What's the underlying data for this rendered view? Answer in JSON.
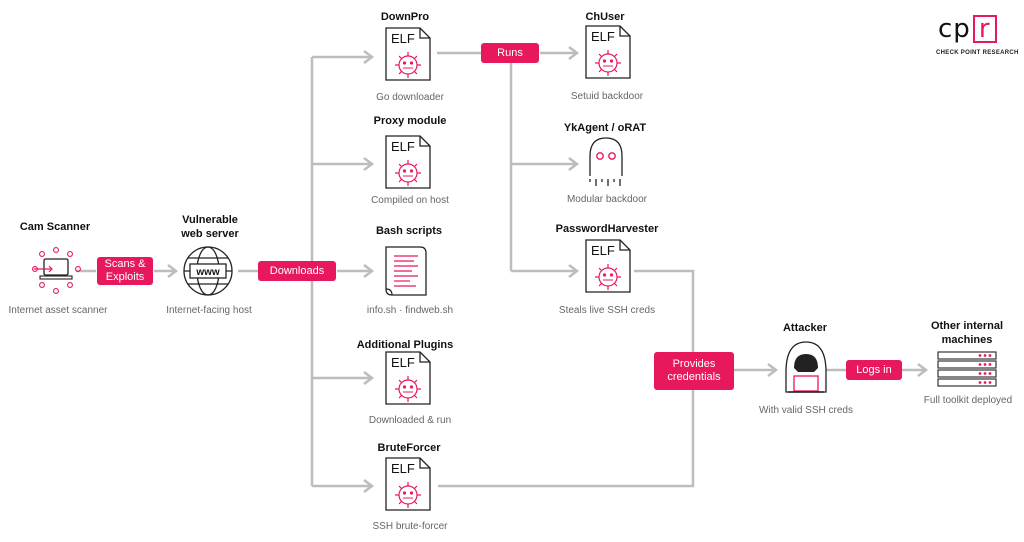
{
  "colors": {
    "accent": "#e8185d",
    "connector": "#bdbdbd",
    "icon": "#222222"
  },
  "logo": {
    "left": "cp",
    "mid": "r",
    "sub": "CHECK POINT RESEARCH"
  },
  "nodes": {
    "cam_scanner": {
      "title": "Cam Scanner",
      "caption": "Internet asset scanner",
      "icon": "laptop-scanner-icon"
    },
    "web_server": {
      "title": "Vulnerable web server",
      "caption": "Internet-facing host",
      "icon": "globe-www-icon",
      "icon_text": "www"
    },
    "downpro": {
      "title": "DownPro",
      "caption": "Go downloader",
      "icon": "elf-file-icon"
    },
    "proxy": {
      "title": "Proxy module",
      "caption": "Compiled on host",
      "icon": "elf-file-icon"
    },
    "bash": {
      "title": "Bash scripts",
      "caption": "info.sh · findweb.sh",
      "icon": "script-scroll-icon"
    },
    "plugins": {
      "title": "Additional Plugins",
      "caption": "Downloaded & run",
      "icon": "elf-file-icon"
    },
    "bruteforcer": {
      "title": "BruteForcer",
      "caption": "SSH brute-forcer",
      "icon": "elf-file-icon"
    },
    "chuser": {
      "title": "ChUser",
      "caption": "Setuid backdoor",
      "icon": "elf-file-icon"
    },
    "ykagent": {
      "title": "YkAgent / oRAT",
      "caption": "Modular backdoor",
      "icon": "ghost-icon"
    },
    "pwharvester": {
      "title": "PasswordHarvester",
      "caption": "Steals live SSH creds",
      "icon": "elf-file-icon"
    },
    "attacker": {
      "title": "Attacker",
      "caption": "With valid SSH creds",
      "icon": "hooded-hacker-icon"
    },
    "internal": {
      "title": "Other internal machines",
      "caption": "Full toolkit deployed",
      "icon": "server-rack-icon"
    }
  },
  "elf_label": "ELF",
  "labels": {
    "scans": "Scans & Exploits",
    "downloads": "Downloads",
    "runs": "Runs",
    "provides": "Provides credentials",
    "logs_in": "Logs in"
  }
}
